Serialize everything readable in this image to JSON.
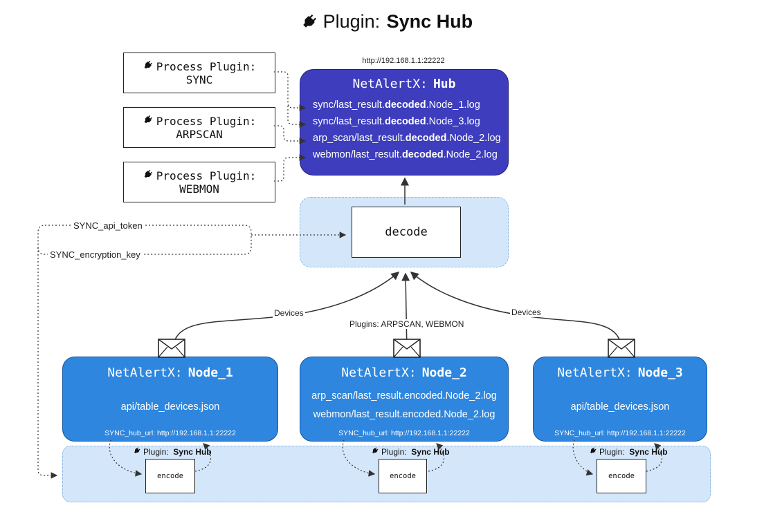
{
  "title": {
    "prefix": "Plugin:",
    "bold": "Sync Hub"
  },
  "hub": {
    "url": "http://192.168.1.1:22222",
    "title_prefix": "NetAlertX:",
    "title_bold": "Hub",
    "logs": [
      {
        "pre": "sync/last_result.",
        "bold": "decoded",
        "post": ".Node_1.log"
      },
      {
        "pre": "sync/last_result.",
        "bold": "decoded",
        "post": ".Node_3.log"
      },
      {
        "pre": "arp_scan/last_result.",
        "bold": "decoded",
        "post": ".Node_2.log"
      },
      {
        "pre": "webmon/last_result.",
        "bold": "decoded",
        "post": ".Node_2.log"
      }
    ]
  },
  "process_plugins": [
    {
      "label": "Process Plugin:",
      "name": "SYNC"
    },
    {
      "label": "Process Plugin:",
      "name": "ARPSCAN"
    },
    {
      "label": "Process Plugin:",
      "name": "WEBMON"
    }
  ],
  "decode": {
    "label": "decode"
  },
  "keys": {
    "api_token": "SYNC_api_token",
    "encryption_key": "SYNC_encryption_key"
  },
  "edges": {
    "devices_left": "Devices",
    "plugins_middle": "Plugins: ARPSCAN, WEBMON",
    "devices_right": "Devices"
  },
  "nodes": [
    {
      "title_prefix": "NetAlertX:",
      "title_bold": "Node_1",
      "files": [
        "api/table_devices.json"
      ],
      "hub_url": "SYNC_hub_url: http://192.168.1.1:22222"
    },
    {
      "title_prefix": "NetAlertX:",
      "title_bold": "Node_2",
      "files": [
        "arp_scan/last_result.encoded.Node_2.log",
        "webmon/last_result.encoded.Node_2.log"
      ],
      "hub_url": "SYNC_hub_url: http://192.168.1.1:22222"
    },
    {
      "title_prefix": "NetAlertX:",
      "title_bold": "Node_3",
      "files": [
        "api/table_devices.json"
      ],
      "hub_url": "SYNC_hub_url: http://192.168.1.1:22222"
    }
  ],
  "encoders": [
    {
      "label_prefix": "Plugin:",
      "label_bold": "Sync Hub",
      "box_label": "encode"
    },
    {
      "label_prefix": "Plugin:",
      "label_bold": "Sync Hub",
      "box_label": "encode"
    },
    {
      "label_prefix": "Plugin:",
      "label_bold": "Sync Hub",
      "box_label": "encode"
    }
  ],
  "colors": {
    "hub_bg": "#3d3dbd",
    "node_bg": "#2e86de",
    "panel_bg": "#d4e7fa",
    "arrow": "#333333"
  }
}
